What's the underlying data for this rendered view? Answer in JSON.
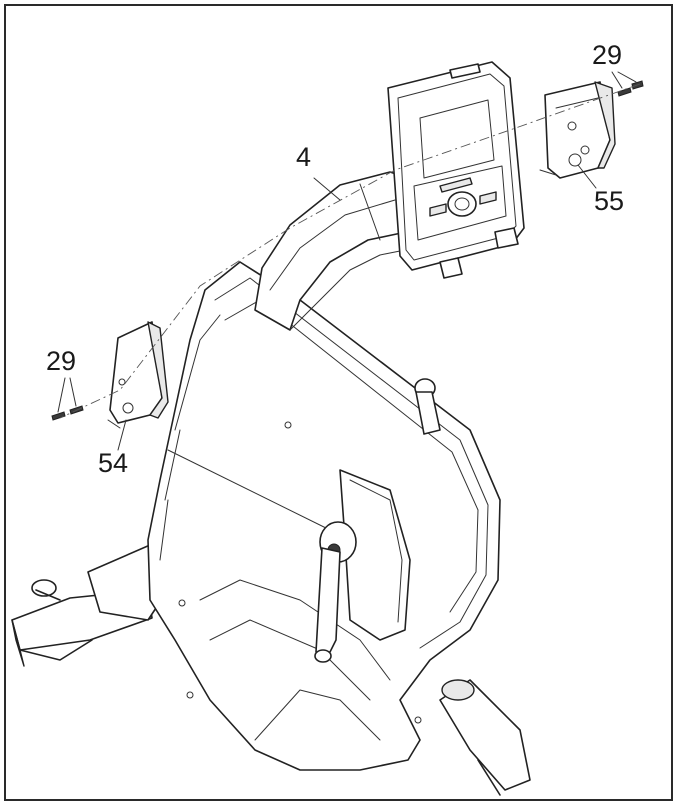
{
  "diagram": {
    "labels": {
      "frame_arm": "4",
      "screw_right": "29",
      "cover_right": "55",
      "screw_left": "29",
      "cover_left": "54"
    }
  }
}
